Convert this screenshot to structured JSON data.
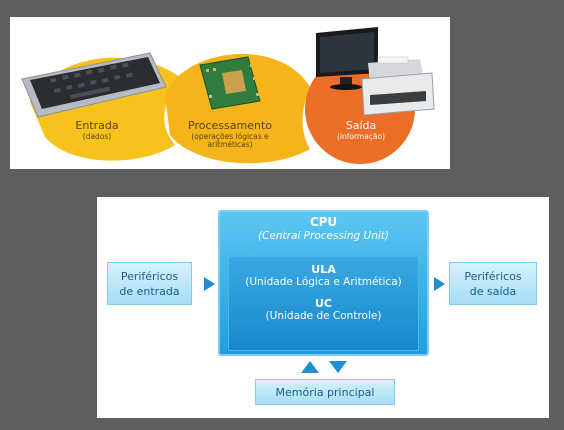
{
  "flow": {
    "input": {
      "title": "Entrada",
      "subtitle": "(dados)"
    },
    "processing": {
      "title": "Processamento",
      "subtitle_line1": "(operações lógicas e",
      "subtitle_line2": "aritméticas)"
    },
    "output": {
      "title": "Saída",
      "subtitle": "(informação)"
    }
  },
  "architecture": {
    "cpu_title": "CPU",
    "cpu_subtitle": "(Central Processing Unit)",
    "ula_title": "ULA",
    "ula_subtitle": "(Unidade Lógica e Aritmética)",
    "uc_title": "UC",
    "uc_subtitle": "(Unidade de Controle)",
    "input_peripherals_line1": "Periféricos",
    "input_peripherals_line2": "de entrada",
    "output_peripherals_line1": "Periféricos",
    "output_peripherals_line2": "de saída",
    "main_memory": "Memória principal"
  },
  "colors": {
    "input_yellow": "#f7c21c",
    "processing_yellow": "#f5b419",
    "output_orange": "#ec6d25",
    "cpu_blue": "#1e9fdc",
    "light_blue": "#a5ddf5",
    "arrow_blue": "#1f8fd0"
  },
  "icons": [
    "keyboard-icon",
    "processor-chip-icon",
    "monitor-icon",
    "printer-icon"
  ]
}
